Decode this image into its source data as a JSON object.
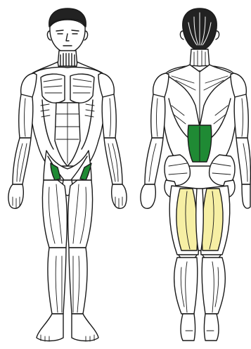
{
  "colors": {
    "background": "#ffffff",
    "outline": "#1a1a1a",
    "skin": "#ffffff",
    "hair": "#222222",
    "primary_target": "#1f8a34",
    "secondary_target": "#f6efa4"
  },
  "figures": {
    "front": {
      "highlighted_muscles": [
        {
          "name": "hip-flexor-left",
          "role": "primary"
        },
        {
          "name": "hip-flexor-right",
          "role": "primary"
        }
      ]
    },
    "back": {
      "highlighted_muscles": [
        {
          "name": "lower-back-erector",
          "role": "primary"
        },
        {
          "name": "hamstring-left",
          "role": "secondary"
        },
        {
          "name": "hamstring-right",
          "role": "secondary"
        }
      ]
    }
  }
}
